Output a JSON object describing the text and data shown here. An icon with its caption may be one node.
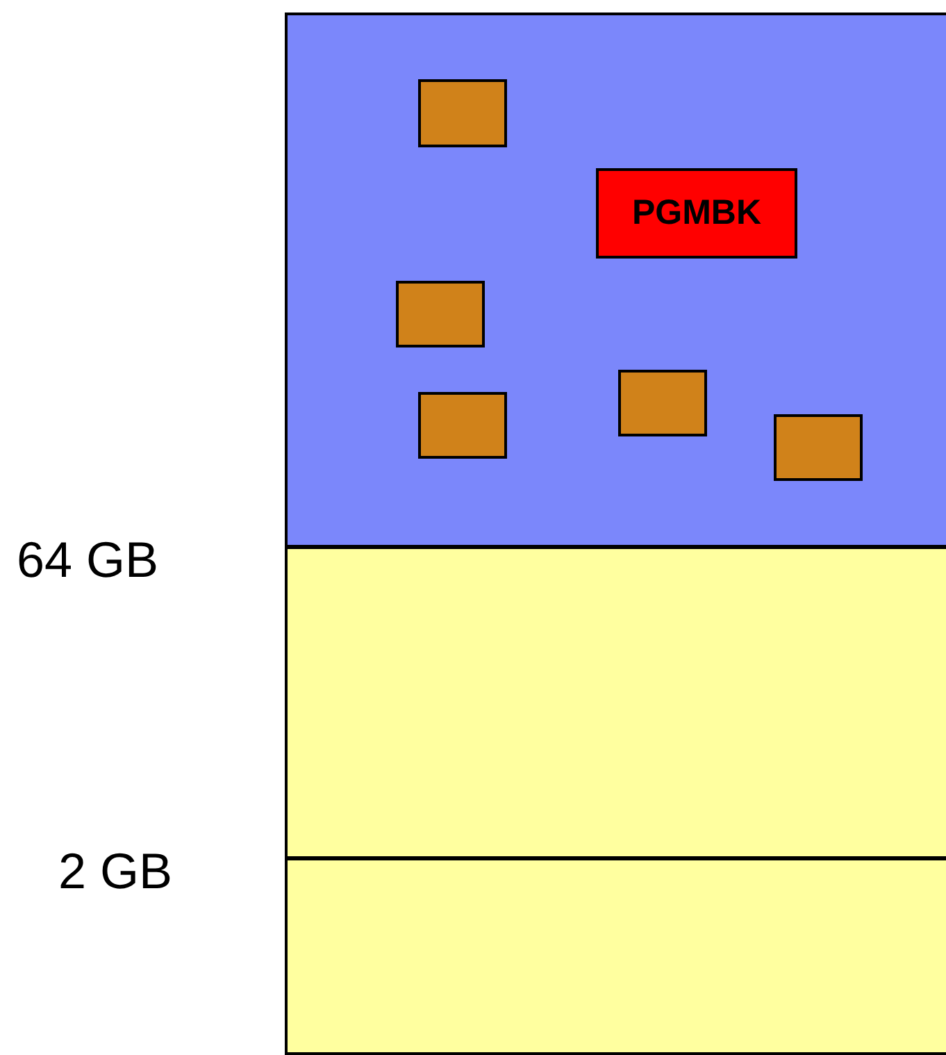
{
  "diagram": {
    "nodes": [
      {
        "text": [],
        "shape": "box"
      },
      {
        "text": [],
        "shape": "box",
        "in": 0
      },
      {
        "text": [
          "PGMBK"
        ],
        "in": 0
      },
      {
        "text": [],
        "shape": "box",
        "in": 0
      },
      {
        "text": [],
        "shape": "box",
        "in": 0
      },
      {
        "text": [],
        "shape": "box",
        "in": 0
      },
      {
        "text": [],
        "shape": "box",
        "in": 0
      },
      {
        "text": [],
        "shape": "box"
      },
      {
        "text": [],
        "shape": "box"
      }
    ],
    "labels": [
      "64 GB",
      "2 GB"
    ]
  }
}
